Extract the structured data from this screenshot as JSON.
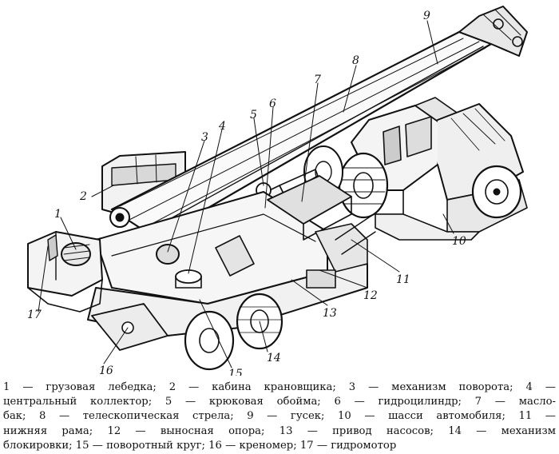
{
  "diagram": {
    "callouts": [
      {
        "id": "1"
      },
      {
        "id": "2"
      },
      {
        "id": "3"
      },
      {
        "id": "4"
      },
      {
        "id": "5"
      },
      {
        "id": "6"
      },
      {
        "id": "7"
      },
      {
        "id": "8"
      },
      {
        "id": "9"
      },
      {
        "id": "10"
      },
      {
        "id": "11"
      },
      {
        "id": "12"
      },
      {
        "id": "13"
      },
      {
        "id": "14"
      },
      {
        "id": "15"
      },
      {
        "id": "16"
      },
      {
        "id": "17"
      }
    ]
  },
  "legend": {
    "items": [
      {
        "num": "1",
        "text": "грузовая лебедка"
      },
      {
        "num": "2",
        "text": "кабина крановщика"
      },
      {
        "num": "3",
        "text": "механизм поворота"
      },
      {
        "num": "4",
        "text": "центральный коллектор"
      },
      {
        "num": "5",
        "text": "крюковая обойма"
      },
      {
        "num": "6",
        "text": "гидроцилиндр"
      },
      {
        "num": "7",
        "text": "маслобак"
      },
      {
        "num": "8",
        "text": "телескопическая стрела"
      },
      {
        "num": "9",
        "text": "гусек"
      },
      {
        "num": "10",
        "text": "шасси автомобиля"
      },
      {
        "num": "11",
        "text": "нижняя рама"
      },
      {
        "num": "12",
        "text": "выносная опора"
      },
      {
        "num": "13",
        "text": "привод насосов"
      },
      {
        "num": "14",
        "text": "механизм блокировки"
      },
      {
        "num": "15",
        "text": "поворотный круг"
      },
      {
        "num": "16",
        "text": "креномер"
      },
      {
        "num": "17",
        "text": "гидромотор"
      }
    ],
    "lines": [
      "1 — грузовая лебедка; 2 — кабина крановщика; 3 — механизм поворота; 4 —",
      "центральный коллектор; 5 — крюковая обойма; 6 — гидроцилиндр; 7 — масло-",
      "бак; 8 — телескопическая стрела; 9 — гусек; 10 — шасси автомобиля; 11 —",
      "нижняя рама; 12 — выносная опора; 13 — привод насосов; 14 — механизм",
      "блокировки; 15 — поворотный круг; 16 — креномер; 17 — гидромотор"
    ]
  }
}
